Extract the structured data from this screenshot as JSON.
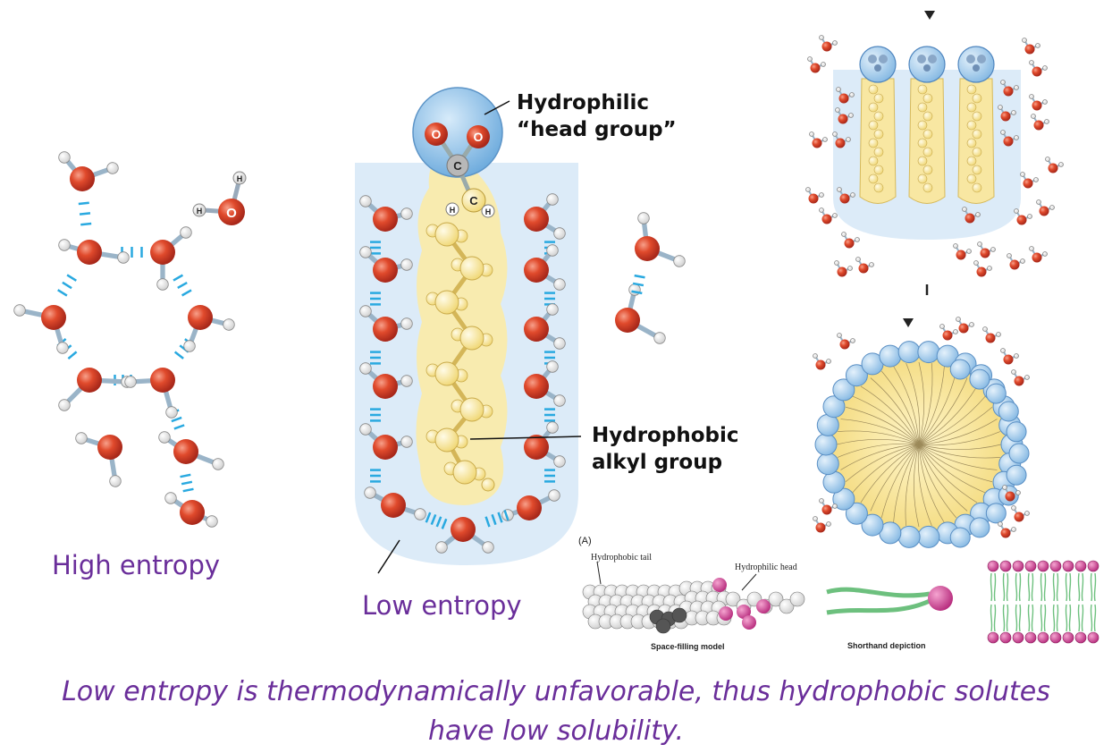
{
  "left_panel": {
    "label": "High entropy",
    "atom_h": "H",
    "atom_o": "O"
  },
  "center_panel": {
    "label": "Low entropy",
    "head_callout_line1": "Hydrophilic",
    "head_callout_line2": "“head group”",
    "tail_callout_line1": "Hydrophobic",
    "tail_callout_line2": "alkyl group",
    "atom_o": "O",
    "atom_c": "C",
    "atom_h": "H"
  },
  "bottom_right": {
    "panel_letter": "(A)",
    "tail_label": "Hydrophobic tail",
    "head_label": "Hydrophilic head",
    "spacefill_caption": "Space-filling model",
    "shorthand_caption": "Shorthand depiction"
  },
  "caption": {
    "line1": "Low entropy is thermodynamically unfavorable, thus hydrophobic solutes",
    "line2": "have low solubility."
  },
  "colors": {
    "oxygen": "#d8432b",
    "hbond": "#29a9e0",
    "water_shell": "#dcebf8",
    "alkyl": "#f9ebab",
    "head_blue": "#8fc3ea",
    "phospho_pink": "#cc3b92",
    "text_purple": "#6a2e9a"
  }
}
